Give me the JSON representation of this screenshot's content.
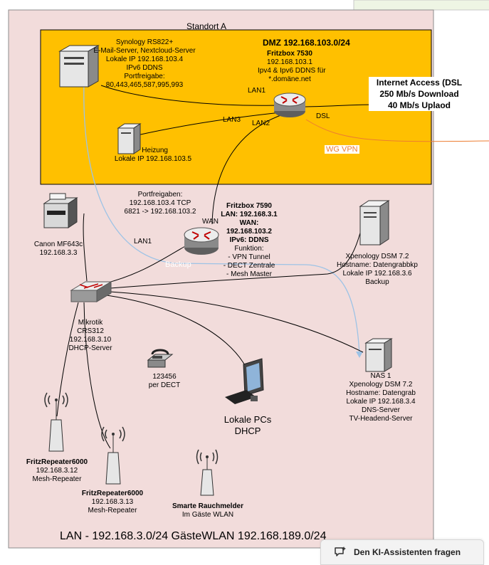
{
  "title": "Standort A",
  "dmz": {
    "title": "DMZ 192.168.103.0/24"
  },
  "fritz7530": {
    "lines": [
      "Fritzbox 7530",
      "192.168.103.1",
      "Ipv4 & Ipv6 DDNS für",
      "*.domäne.net"
    ]
  },
  "synology": {
    "lines": [
      "Synology RS822+",
      "E-Mail-Server, Nextcloud-Server",
      "Lokale IP 192.168.103.4",
      "IPv6 DDNS",
      "Portfreigabe:",
      "80,443,465,587,995,993"
    ]
  },
  "heizung": {
    "lines": [
      "Heizung",
      "Lokale IP 192.168.103.5"
    ]
  },
  "internet": {
    "lines": [
      "Internet Access (DSL",
      "250 Mb/s Download",
      "40 Mb/s Uplaod"
    ]
  },
  "wg_vpn": "WG VPN",
  "link_labels": {
    "lan1_dmz": "LAN1",
    "lan3": "LAN3",
    "lan2": "LAN2",
    "dsl": "DSL",
    "wan": "WAN",
    "lan1_main": "LAN1",
    "backup": "Backup"
  },
  "portfreigaben": {
    "lines": [
      "Portfreigaben:",
      "192.168.103.4 TCP",
      "6821 -> 192.168.103.2"
    ]
  },
  "fritz7590": {
    "lines": [
      "Fritzbox 7590",
      "LAN: 192.168.3.1",
      "WAN:",
      "192.168.103.2",
      "IPv6: DDNS",
      "Funktion:",
      "- VPN Tunnel",
      "- DECT Zentrale",
      "- Mesh Master"
    ]
  },
  "canon": {
    "lines": [
      "Canon MF643c",
      "192.168.3.3"
    ]
  },
  "mikrotik": {
    "lines": [
      "Mikrotik",
      "CRS312",
      "192.168.3.10",
      "DHCP-Server"
    ]
  },
  "xpenology_bkp": {
    "lines": [
      "Xpenology DSM 7.2",
      "Hostname: Datengrabbkp",
      "Lokale IP 192.168.3.6",
      "Backup"
    ]
  },
  "nas1": {
    "lines": [
      "NAS 1",
      "Xpenology DSM 7.2",
      "Hostname: Datengrab",
      "Lokale IP 192.168.3.4",
      "DNS-Server",
      "TV-Headend-Server"
    ]
  },
  "phone": {
    "lines": [
      "123456",
      "per DECT"
    ]
  },
  "pcs": {
    "lines": [
      "Lokale PCs",
      "DHCP"
    ]
  },
  "repeater1": {
    "lines": [
      "FritzRepeater6000",
      "192.168.3.12",
      "Mesh-Repeater"
    ]
  },
  "repeater2": {
    "lines": [
      "FritzRepeater6000",
      "192.168.3.13",
      "Mesh-Repeater"
    ]
  },
  "rauchmelder": {
    "lines": [
      "Smarte Rauchmelder",
      "Im Gäste WLAN"
    ]
  },
  "footer": "LAN - 192.168.3.0/24 GästeWLAN 192.168.189.0/24",
  "ai_button": {
    "label": "Den KI-Assistenten fragen"
  },
  "colors": {
    "site_bg": "#f2dcdb",
    "dmz_bg": "#ffc000",
    "vpn": "#ed7d31",
    "backup_line": "#9dc3e6"
  }
}
